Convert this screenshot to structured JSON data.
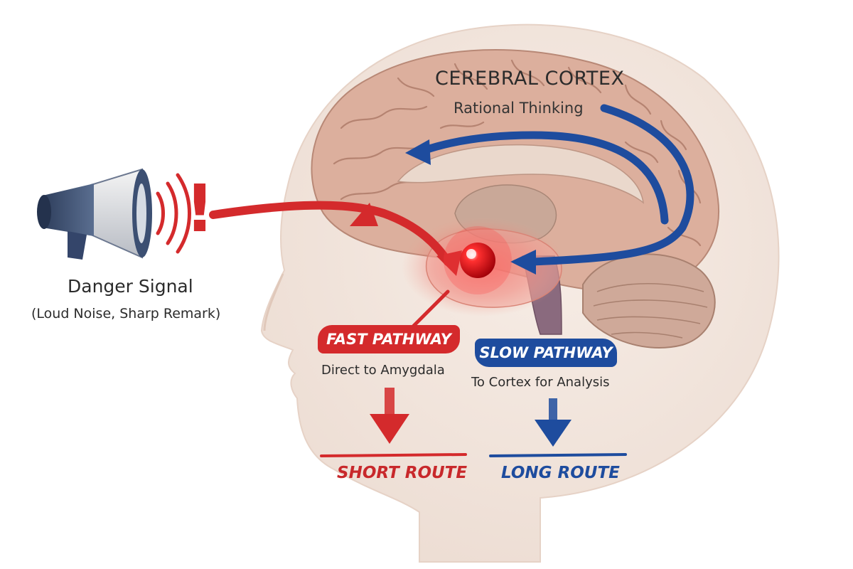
{
  "cortex": {
    "title": "CEREBRAL CORTEX",
    "subtitle": "Rational Thinking"
  },
  "signal": {
    "title": "Danger Signal",
    "subtitle": "(Loud Noise, Sharp Remark)",
    "alert": "!"
  },
  "fast": {
    "label": "FAST PATHWAY",
    "desc": "Direct to Amygdala",
    "route": "SHORT ROUTE"
  },
  "slow": {
    "label": "SLOW PATHWAY",
    "desc": "To Cortex for Analysis",
    "route": "LONG ROUTE"
  },
  "icons": [
    "megaphone-icon",
    "sound-waves-icon"
  ],
  "colors": {
    "fast": "#d42a2c",
    "slow": "#1e4c9e",
    "amygdala": "#e0101a",
    "brain": "#dcaf9d",
    "skin": "#f2e6de"
  }
}
